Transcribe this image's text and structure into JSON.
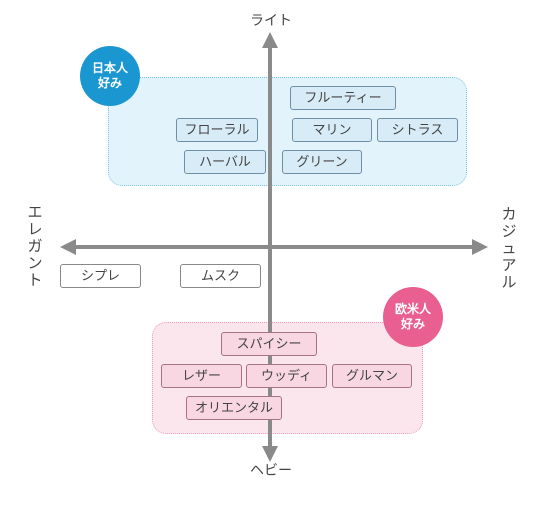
{
  "axes": {
    "top": "ライト",
    "bottom": "ヘビー",
    "left": "エレガント",
    "right": "カジュアル"
  },
  "badges": {
    "japan": {
      "line1": "日本人",
      "line2": "好み",
      "color": "#1a96d0"
    },
    "western": {
      "line1": "欧米人",
      "line2": "好み",
      "color": "#e95f8f"
    }
  },
  "notes": {
    "fruity": "フルーティー",
    "floral": "フローラル",
    "marine": "マリン",
    "citrus": "シトラス",
    "herbal": "ハーバル",
    "green": "グリーン",
    "chypre": "シプレ",
    "musk": "ムスク",
    "spicy": "スパイシー",
    "leather": "レザー",
    "woody": "ウッディ",
    "gourmand": "グルマン",
    "oriental": "オリエンタル"
  },
  "colors": {
    "axis": "#8a8a8a",
    "japan_zone": "#e3f3fb",
    "western_zone": "#fbe6ee"
  }
}
